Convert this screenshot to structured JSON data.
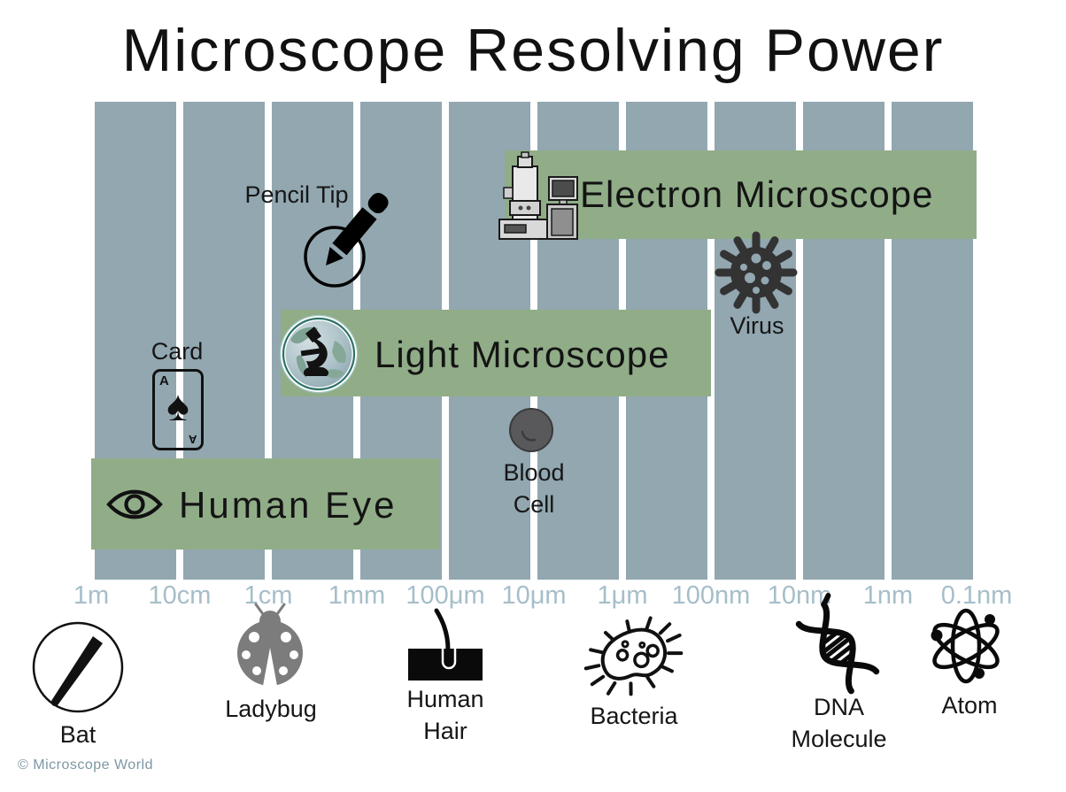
{
  "title": "Microscope Resolving Power",
  "colors": {
    "column": "#92a7b0",
    "band": "#90ad88",
    "scale_label": "#a6bec9",
    "ink": "#111111",
    "virus": "#333333",
    "blood_cell": "#59595b",
    "ladybug": "#7c7c7c",
    "copyright": "#7d97a3"
  },
  "scale_labels": [
    "1m",
    "10cm",
    "1cm",
    "1mm",
    "100μm",
    "10μm",
    "1μm",
    "100nm",
    "10nm",
    "1nm",
    "0.1nm"
  ],
  "bands": {
    "human_eye": {
      "label": "Human Eye"
    },
    "light_microscope": {
      "label": "Light Microscope"
    },
    "electron_microscope": {
      "label": "Electron Microscope"
    }
  },
  "grid_objects": {
    "pencil_tip": {
      "label": "Pencil Tip"
    },
    "card": {
      "label": "Card",
      "rank": "A",
      "suit": "♠"
    },
    "virus": {
      "label": "Virus"
    },
    "blood_cell": {
      "label_lines": [
        "Blood",
        "Cell"
      ]
    }
  },
  "reference_objects": {
    "bat": {
      "label": "Bat"
    },
    "ladybug": {
      "label": "Ladybug"
    },
    "human_hair": {
      "label_lines": [
        "Human",
        "Hair"
      ]
    },
    "bacteria": {
      "label": "Bacteria"
    },
    "dna": {
      "label_lines": [
        "DNA",
        "Molecule"
      ]
    },
    "atom": {
      "label": "Atom"
    }
  },
  "footer": {
    "copyright": "© Microscope World"
  }
}
